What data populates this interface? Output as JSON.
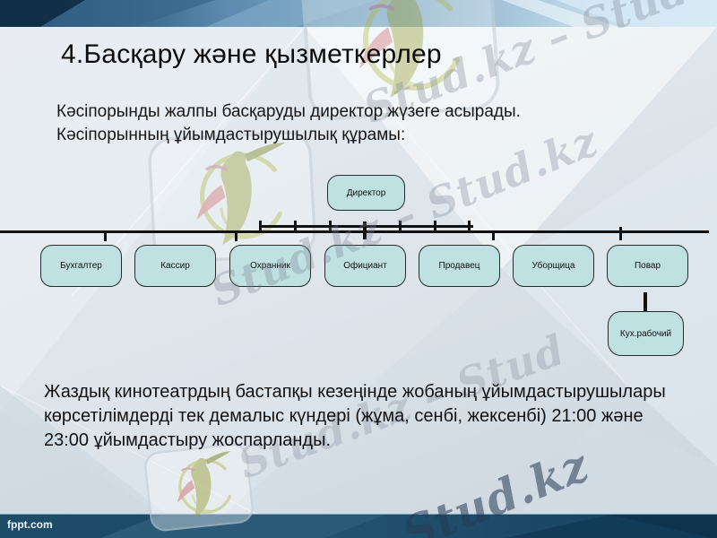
{
  "slide": {
    "title": "4.Басқару және қызметкерлер",
    "intro": {
      "line1": "Кәсіпорынды жалпы басқаруды директор жүзеге асырады.",
      "line2": "Кәсіпорынның ұйымдастырушылық құрамы:"
    },
    "org": {
      "root": "Директор",
      "children": [
        "Бухгалтер",
        "Кассир",
        "Охранник",
        "Официант",
        "Продавец",
        "Уборщица",
        "Повар"
      ],
      "sub": "Кух.рабочий",
      "sub_parent": "Повар"
    },
    "outro": {
      "line1": "Жаздық кинотеатрдың бастапқы кезеңінде жобаның ұйымдастырушылары",
      "line2": "көрсетілімдерді тек демалыс күндері (жұма, сенбі, жексенбі) 21:00 және",
      "line3": "23:00 ұйымдастыру жоспарланды."
    },
    "footer": {
      "brand": "fppt.com"
    },
    "watermark": {
      "double": "Stud.kz – Stud.kz",
      "partial": "Stud.kz – Stud",
      "single": "Stud.kz"
    },
    "colors": {
      "box_fill": "#c0e1e2",
      "box_border": "#2b2b2b",
      "top_band_dark": "#12304a",
      "bottom_bar": "#1c4a66",
      "background": "#dde4ea",
      "text": "#111111"
    }
  }
}
